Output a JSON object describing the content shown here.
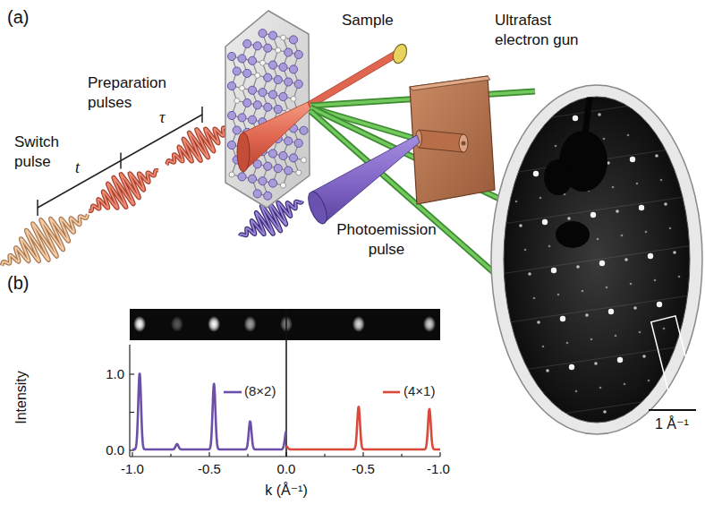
{
  "diagram": {
    "labels": [
      "(a)",
      "Switch pulse",
      "t",
      "Preparation pulses",
      "τ",
      "Sample",
      "Ultrafast electron gun",
      "Photoemission pulse",
      "1 Å⁻¹",
      "(b)",
      "Intensity",
      "1.0",
      "0.0",
      "-1.0",
      "-0.5",
      "0.0",
      "-0.5",
      "-1.0",
      "k (Å⁻¹)"
    ],
    "legend": [
      {
        "text": "(8×2)"
      },
      {
        "text": "(4×1)"
      }
    ]
  }
}
